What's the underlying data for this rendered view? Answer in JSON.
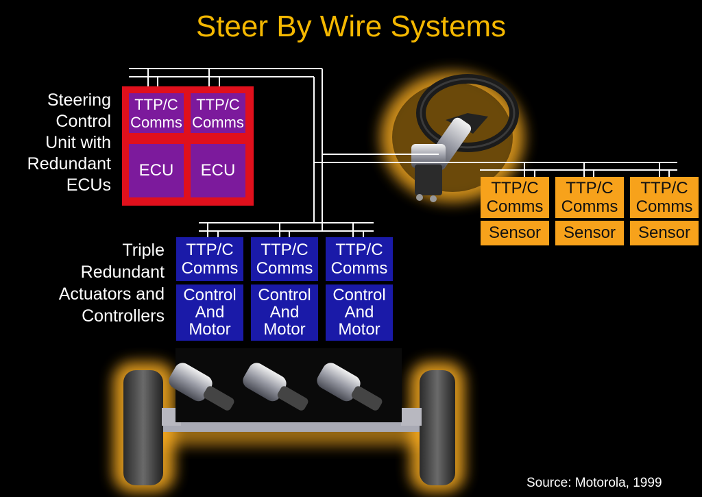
{
  "title": "Steer By Wire Systems",
  "labels": {
    "steering_unit": [
      "Steering",
      "Control",
      "Unit with",
      "Redundant",
      "ECUs"
    ],
    "actuators": [
      "Triple",
      "Redundant",
      "Actuators and",
      "Controllers"
    ]
  },
  "ecu_modules": [
    {
      "comms": [
        "TTP/C",
        "Comms"
      ],
      "unit": "ECU"
    },
    {
      "comms": [
        "TTP/C",
        "Comms"
      ],
      "unit": "ECU"
    }
  ],
  "actuator_modules": [
    {
      "comms": [
        "TTP/C",
        "Comms"
      ],
      "unit": [
        "Control",
        "And",
        "Motor"
      ]
    },
    {
      "comms": [
        "TTP/C",
        "Comms"
      ],
      "unit": [
        "Control",
        "And",
        "Motor"
      ]
    },
    {
      "comms": [
        "TTP/C",
        "Comms"
      ],
      "unit": [
        "Control",
        "And",
        "Motor"
      ]
    }
  ],
  "sensor_modules": [
    {
      "comms": [
        "TTP/C",
        "Comms"
      ],
      "unit": "Sensor"
    },
    {
      "comms": [
        "TTP/C",
        "Comms"
      ],
      "unit": "Sensor"
    },
    {
      "comms": [
        "TTP/C",
        "Comms"
      ],
      "unit": "Sensor"
    }
  ],
  "source": "Source: Motorola, 1999",
  "colors": {
    "title": "#f5b800",
    "ecu_frame": "#e0101c",
    "ecu_box": "#7c1a9c",
    "actuator_box": "#1a1aa8",
    "sensor_box": "#f7a21b",
    "glow": "#ffb020"
  },
  "icons": {
    "steering": "steering-wheel-column-icon",
    "actuator": "actuator-motor-icon",
    "axle": "axle-wheels-icon"
  }
}
